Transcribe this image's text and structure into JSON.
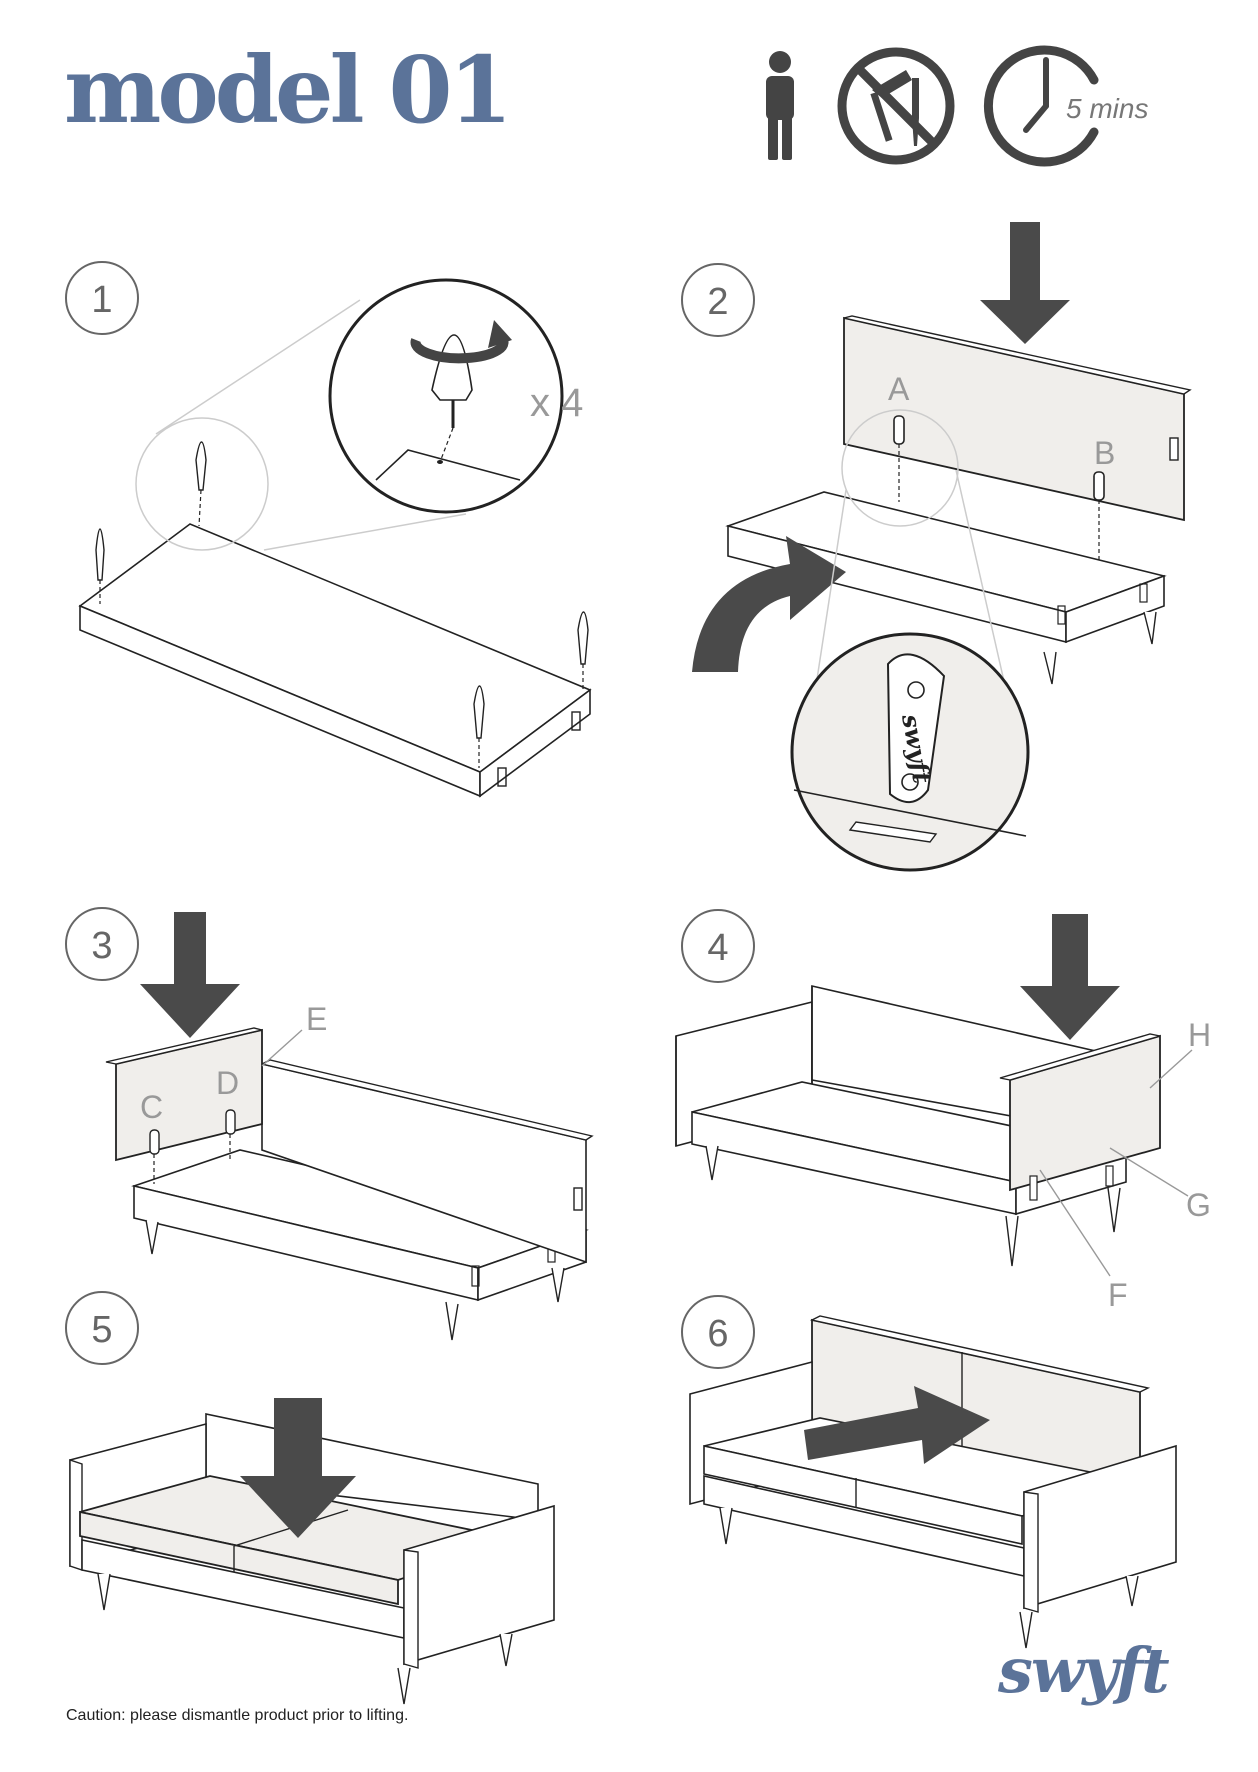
{
  "header": {
    "title": "model 01"
  },
  "icons": {
    "time_text": "5 mins"
  },
  "steps": [
    {
      "number": "1",
      "quantity": "x 4"
    },
    {
      "number": "2",
      "labels": [
        "A",
        "B"
      ],
      "plate_text": "swyft"
    },
    {
      "number": "3",
      "labels": [
        "C",
        "D",
        "E"
      ]
    },
    {
      "number": "4",
      "labels": [
        "H",
        "G",
        "F"
      ]
    },
    {
      "number": "5"
    },
    {
      "number": "6"
    }
  ],
  "footer": {
    "caution": "Caution: please dismantle product prior to lifting.",
    "brand": "swyft"
  },
  "colors": {
    "brand": "#5b7399",
    "arrow": "#4a4a4a",
    "line": "#222222",
    "panel_fill": "#f0eeeb",
    "label_grey": "#999999"
  }
}
